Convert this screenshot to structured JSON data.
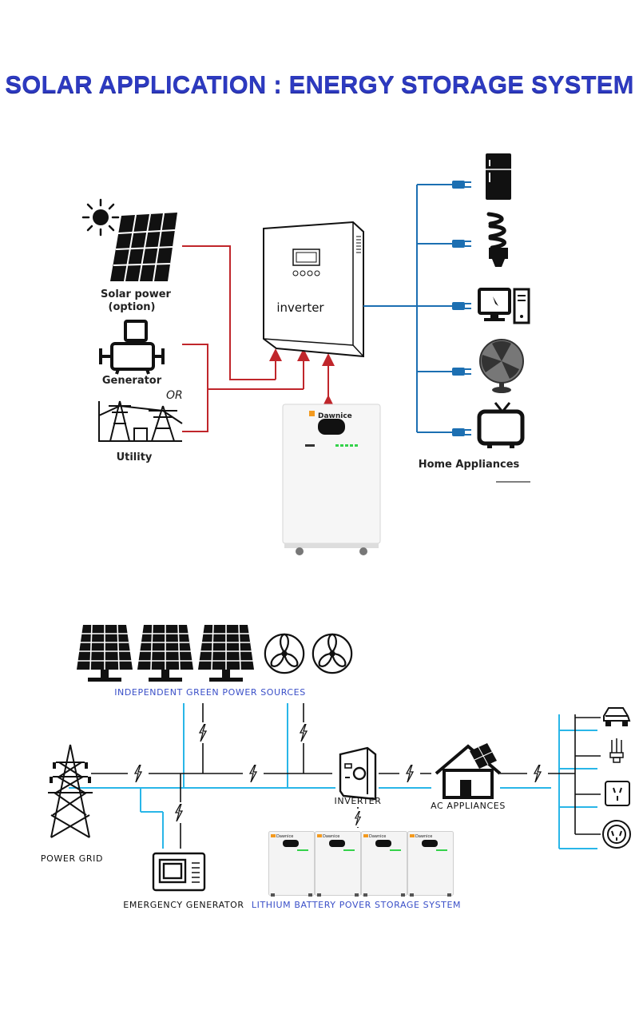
{
  "title": "SOLAR APPLICATION : ENERGY STORAGE SYSTEM",
  "colors": {
    "title": "#2d3ac0",
    "ac_line": "#c0262b",
    "out_line": "#1c6fb2",
    "grid_line": "#29b6e8",
    "caption_blue": "#3a4fc8",
    "led": "#34d24a"
  },
  "top": {
    "solar_label_1": "Solar power",
    "solar_label_2": "(option)",
    "generator_label": "Generator",
    "or_label": "OR",
    "utility_label": "Utility",
    "inverter_label": "inverter",
    "battery_brand": "Dawnice",
    "appliances_label": "Home Appliances"
  },
  "bottom": {
    "sources_label": "INDEPENDENT GREEN POWER SOURCES",
    "grid_label": "POWER GRID",
    "inverter_label": "INVERTER",
    "ac_label": "AC APPLIANCES",
    "generator_label": "EMERGENCY GENERATOR",
    "storage_label": "LITHIUM BATTERY POVER STORAGE SYSTEM",
    "battery_brand": "Dawnice"
  },
  "icons": [
    "sun-icon",
    "solar-panel-icon",
    "generator-icon",
    "utility-tower-icon",
    "inverter-icon",
    "battery-icon",
    "fridge-icon",
    "bulb-icon",
    "computer-icon",
    "fan-icon",
    "tv-icon",
    "wind-turbine-icon",
    "pylon-icon",
    "house-icon",
    "car-icon",
    "socket-icon",
    "lightning-icon"
  ]
}
